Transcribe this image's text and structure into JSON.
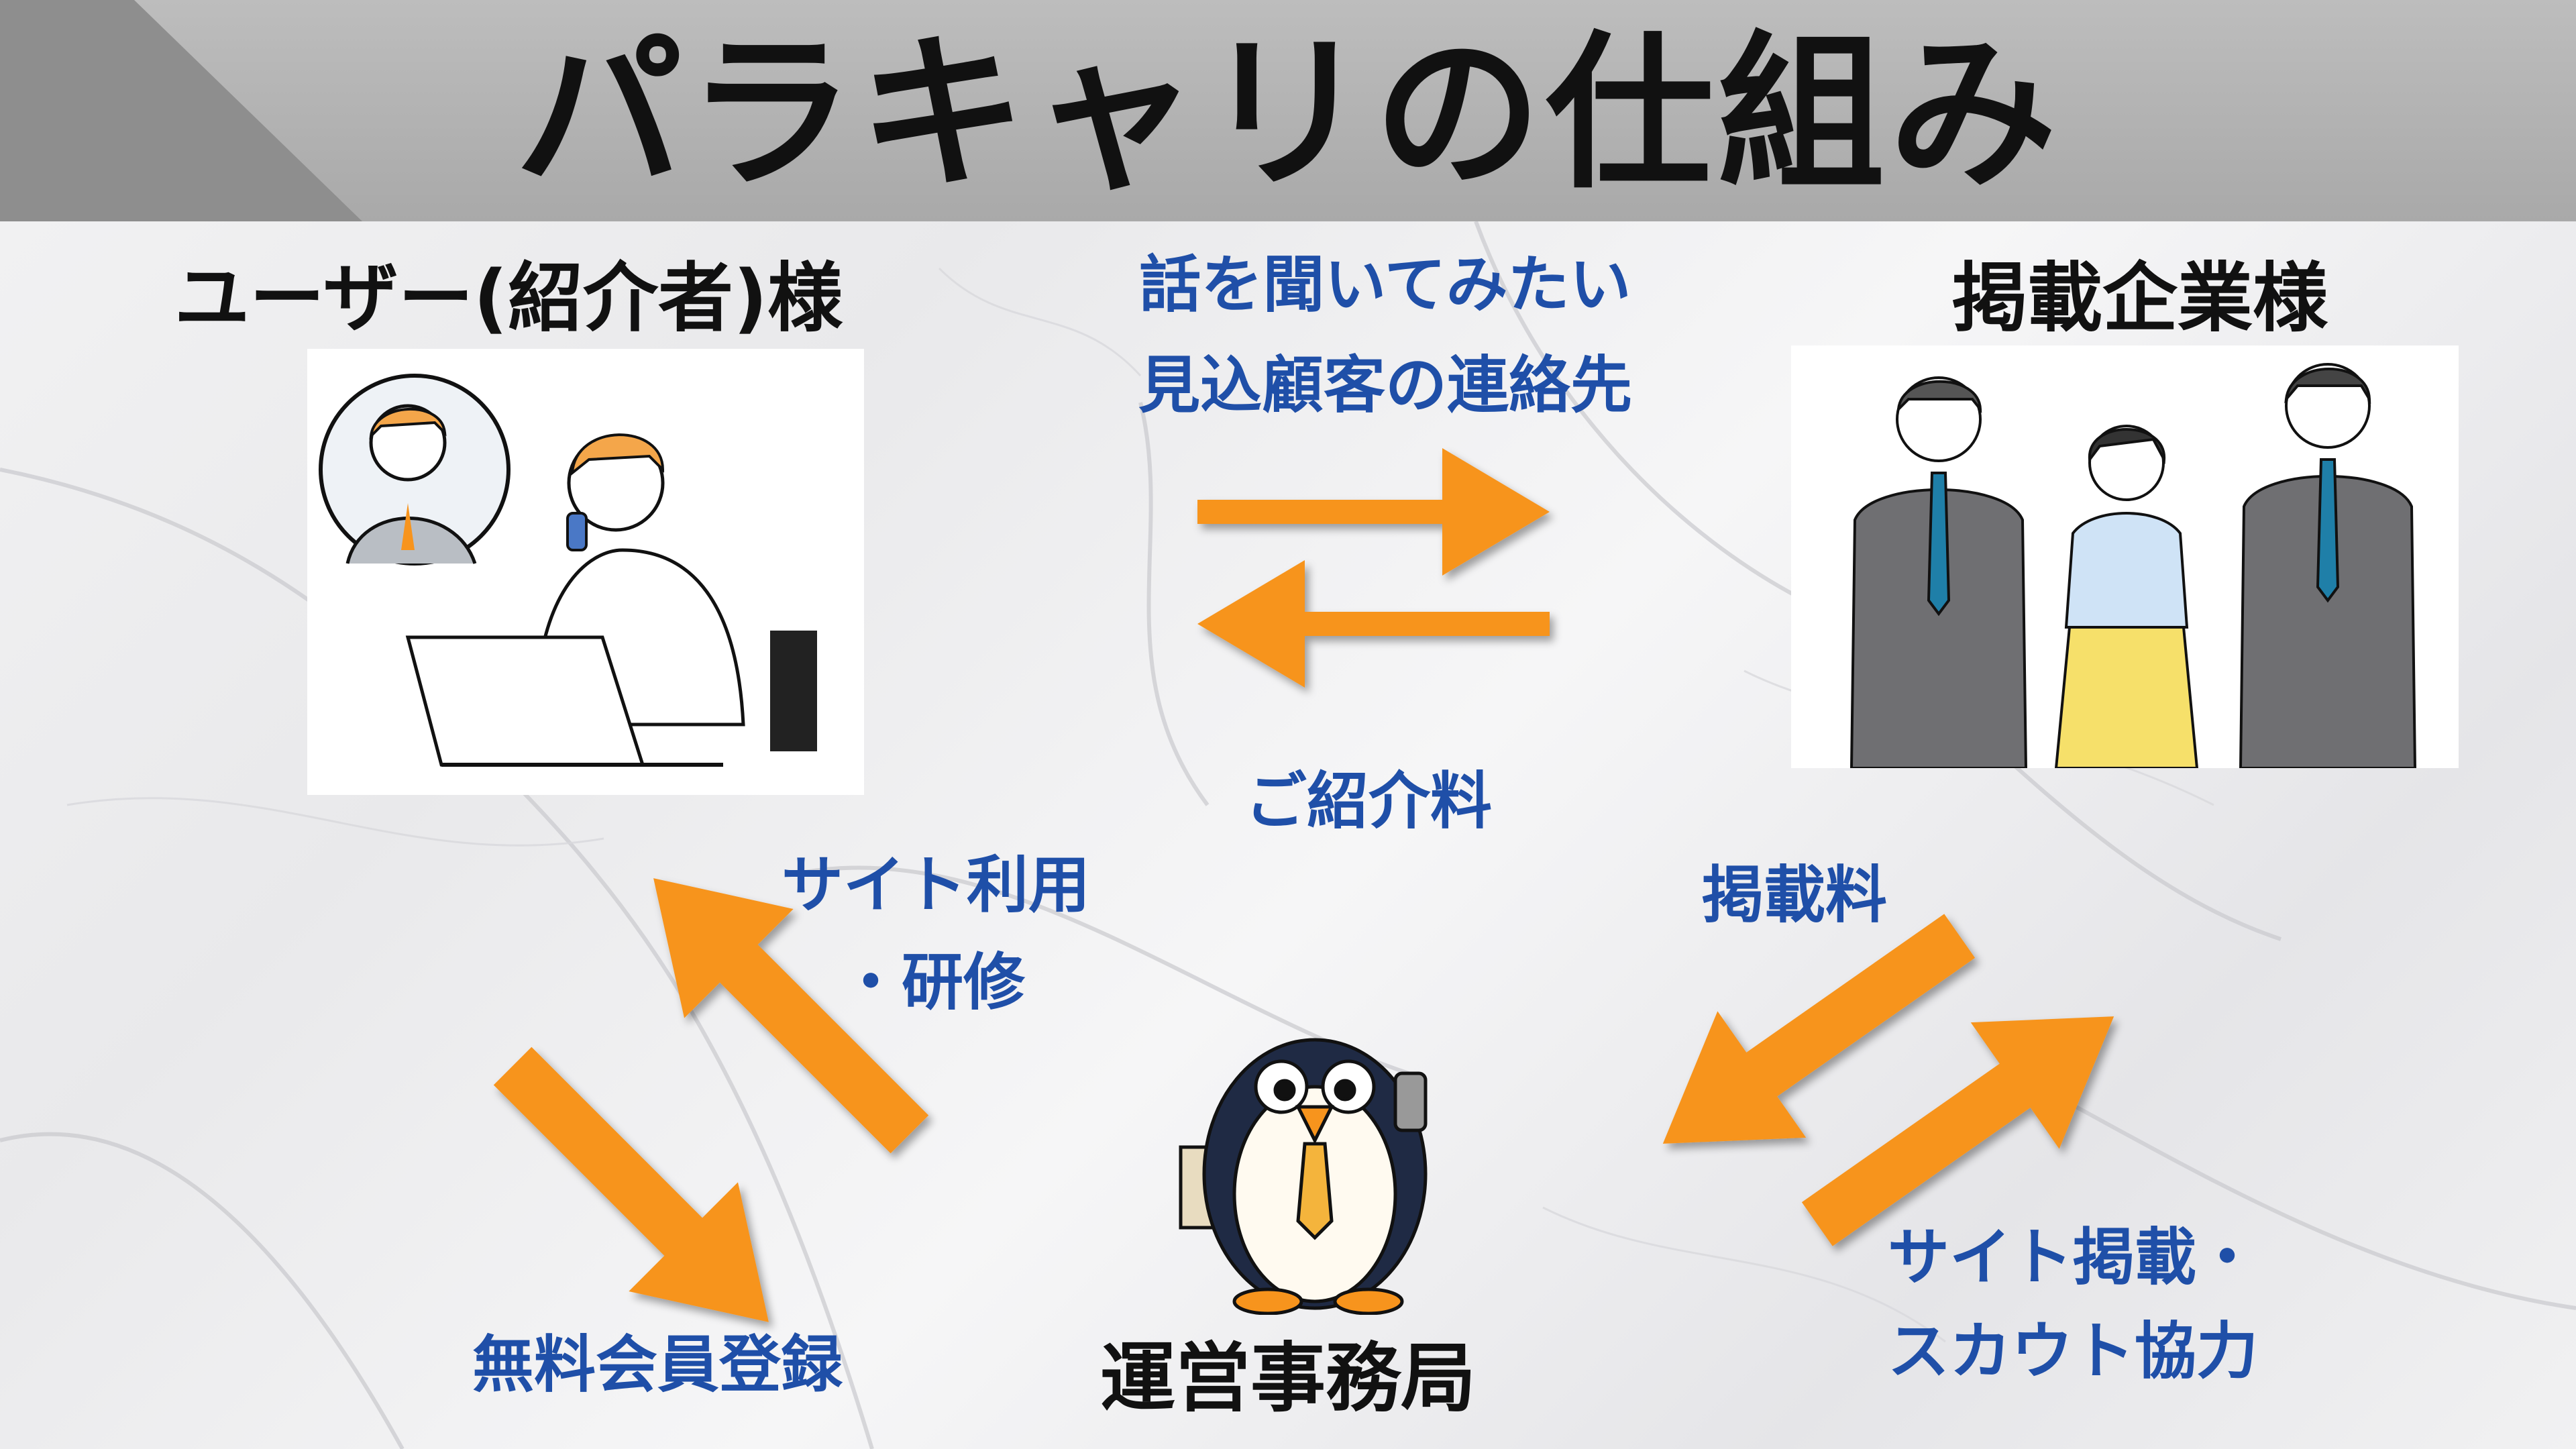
{
  "title": "パラキャリの仕組み",
  "nodes": {
    "user": "ユーザー(紹介者)様",
    "company": "掲載企業様",
    "office": "運営事務局"
  },
  "edges": {
    "user_to_company_line1": "話を聞いてみたい",
    "user_to_company_line2": "見込顧客の連絡先",
    "company_to_user": "ご紹介料",
    "office_to_user_line1": "サイト利用",
    "office_to_user_line2": "・研修",
    "user_to_office": "無料会員登録",
    "company_to_office": "掲載料",
    "office_to_company_line1": "サイト掲載・",
    "office_to_company_line2": "スカウト協力"
  },
  "colors": {
    "arrow": "#f7941d",
    "edge_label": "#1f4fa8",
    "title": "#111111"
  }
}
